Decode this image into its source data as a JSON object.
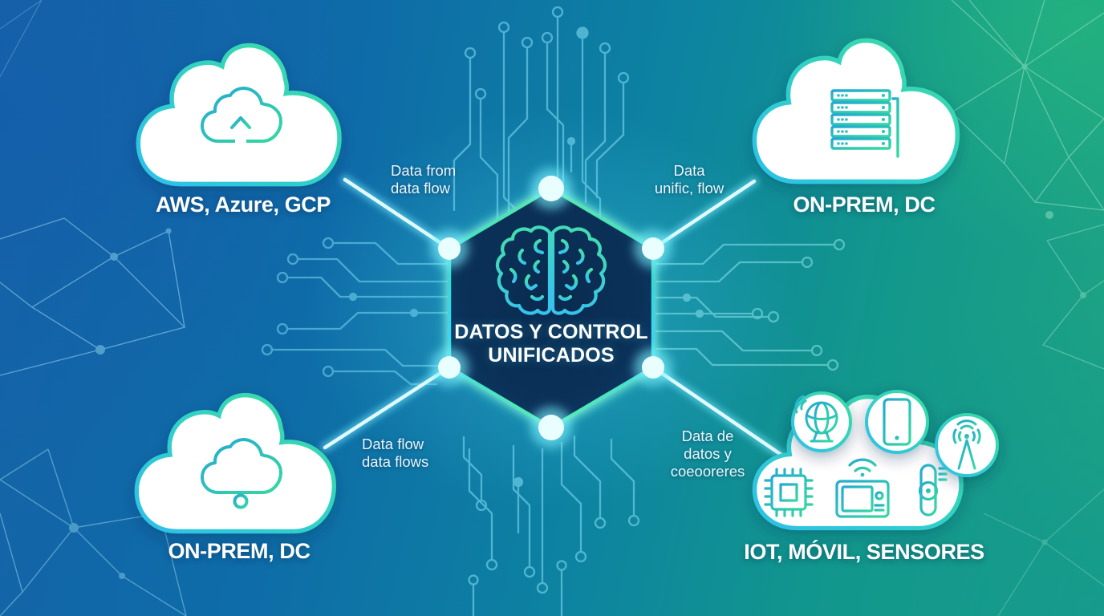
{
  "meta": {
    "description": "Infographic diagram: central unified data & control hub connected to public clouds, on-premise data centers and IoT devices"
  },
  "palette": {
    "bg_blue": "#1562a7",
    "bg_teal": "#12978c",
    "bg_green": "#1fa583",
    "accent_cyan": "#3ad6ee",
    "accent_green": "#49e0a6",
    "hexagon_fill": "#0b2d55",
    "cloud_fill": "#ffffff",
    "label_text": "#ffffff"
  },
  "center_node": {
    "icon": "brain-icon",
    "title_line1": "DATOS Y CONTROL",
    "title_line2": "UNIFICADOS"
  },
  "clusters": {
    "top_left": {
      "icon": "cloud-upload-icon",
      "label": "AWS, Azure, GCP"
    },
    "top_right": {
      "icon": "server-rack-icon",
      "label": "ON-PREM, DC"
    },
    "bottom_left": {
      "icon": "cloud-network-icon",
      "label": "ON-PREM, DC"
    },
    "bottom_right": {
      "icons": [
        "globe-icon",
        "smartphone-icon",
        "antenna-icon",
        "cpu-icon",
        "display-icon",
        "wearable-sensor-icon"
      ],
      "label": "IOT, MÓVIL, SENSORES"
    }
  },
  "connector_labels": {
    "top_left": {
      "line1": "Data from",
      "line2": "data flow"
    },
    "top_right": {
      "line1": "Data",
      "line2": "unific, flow"
    },
    "bottom_left": {
      "line1": "Data flow",
      "line2": "data flows"
    },
    "bottom_right": {
      "line1": "Data de",
      "line2": "datos y",
      "line3": "coeooreres"
    }
  }
}
